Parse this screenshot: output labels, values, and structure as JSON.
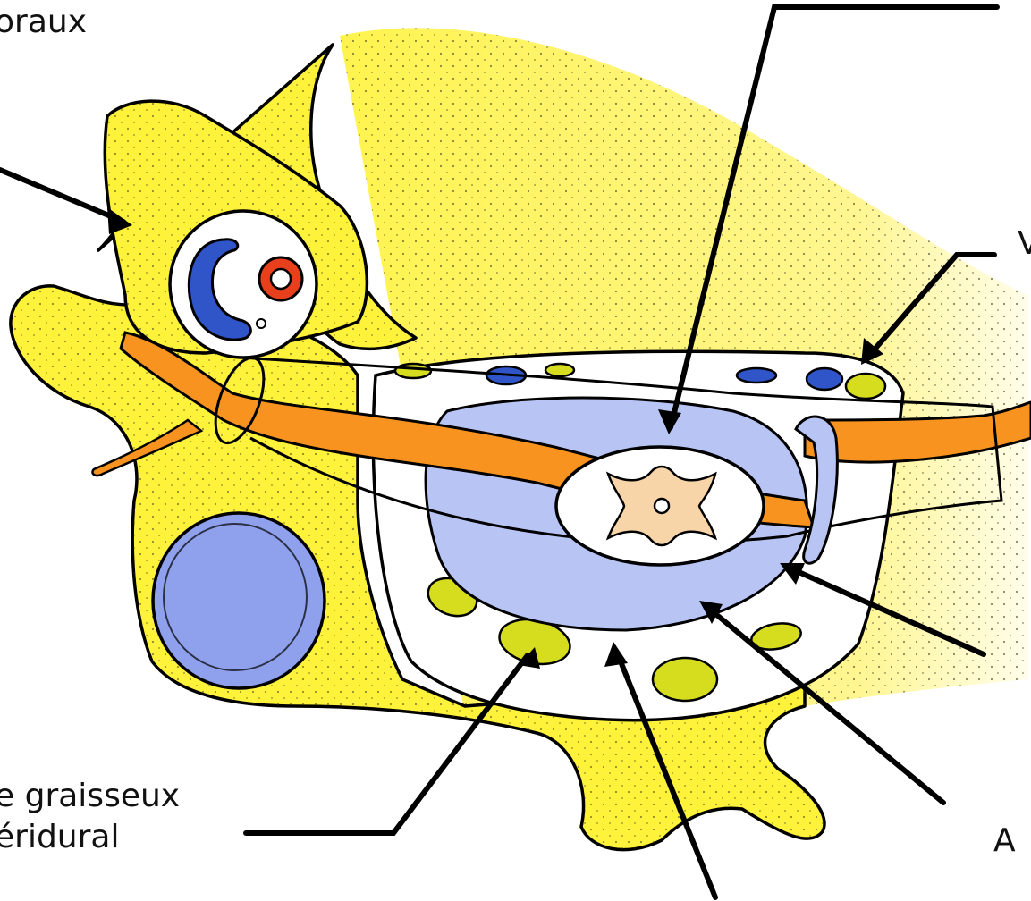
{
  "labels": {
    "top_left": "oraux",
    "epidural_fat_line1": "e graisseux",
    "epidural_fat_line2": "éridural",
    "right_v": "V",
    "right_a": "A"
  },
  "colors": {
    "bone_fill": "#fff23a",
    "bone_fade": "#fffbd0",
    "dots": "#3a3a1a",
    "nerve_orange": "#f7931e",
    "dura_lavender": "#b8c4f4",
    "vein_blue": "#2f55c8",
    "artery_red": "#e8401c",
    "fat_green": "#d6dc1e",
    "cord_grey": "#f8d5a8",
    "ink": "#000000"
  },
  "icons": [
    "vertebra-cross-section",
    "spinal-cord",
    "vertebral-artery",
    "vertebral-vein"
  ]
}
